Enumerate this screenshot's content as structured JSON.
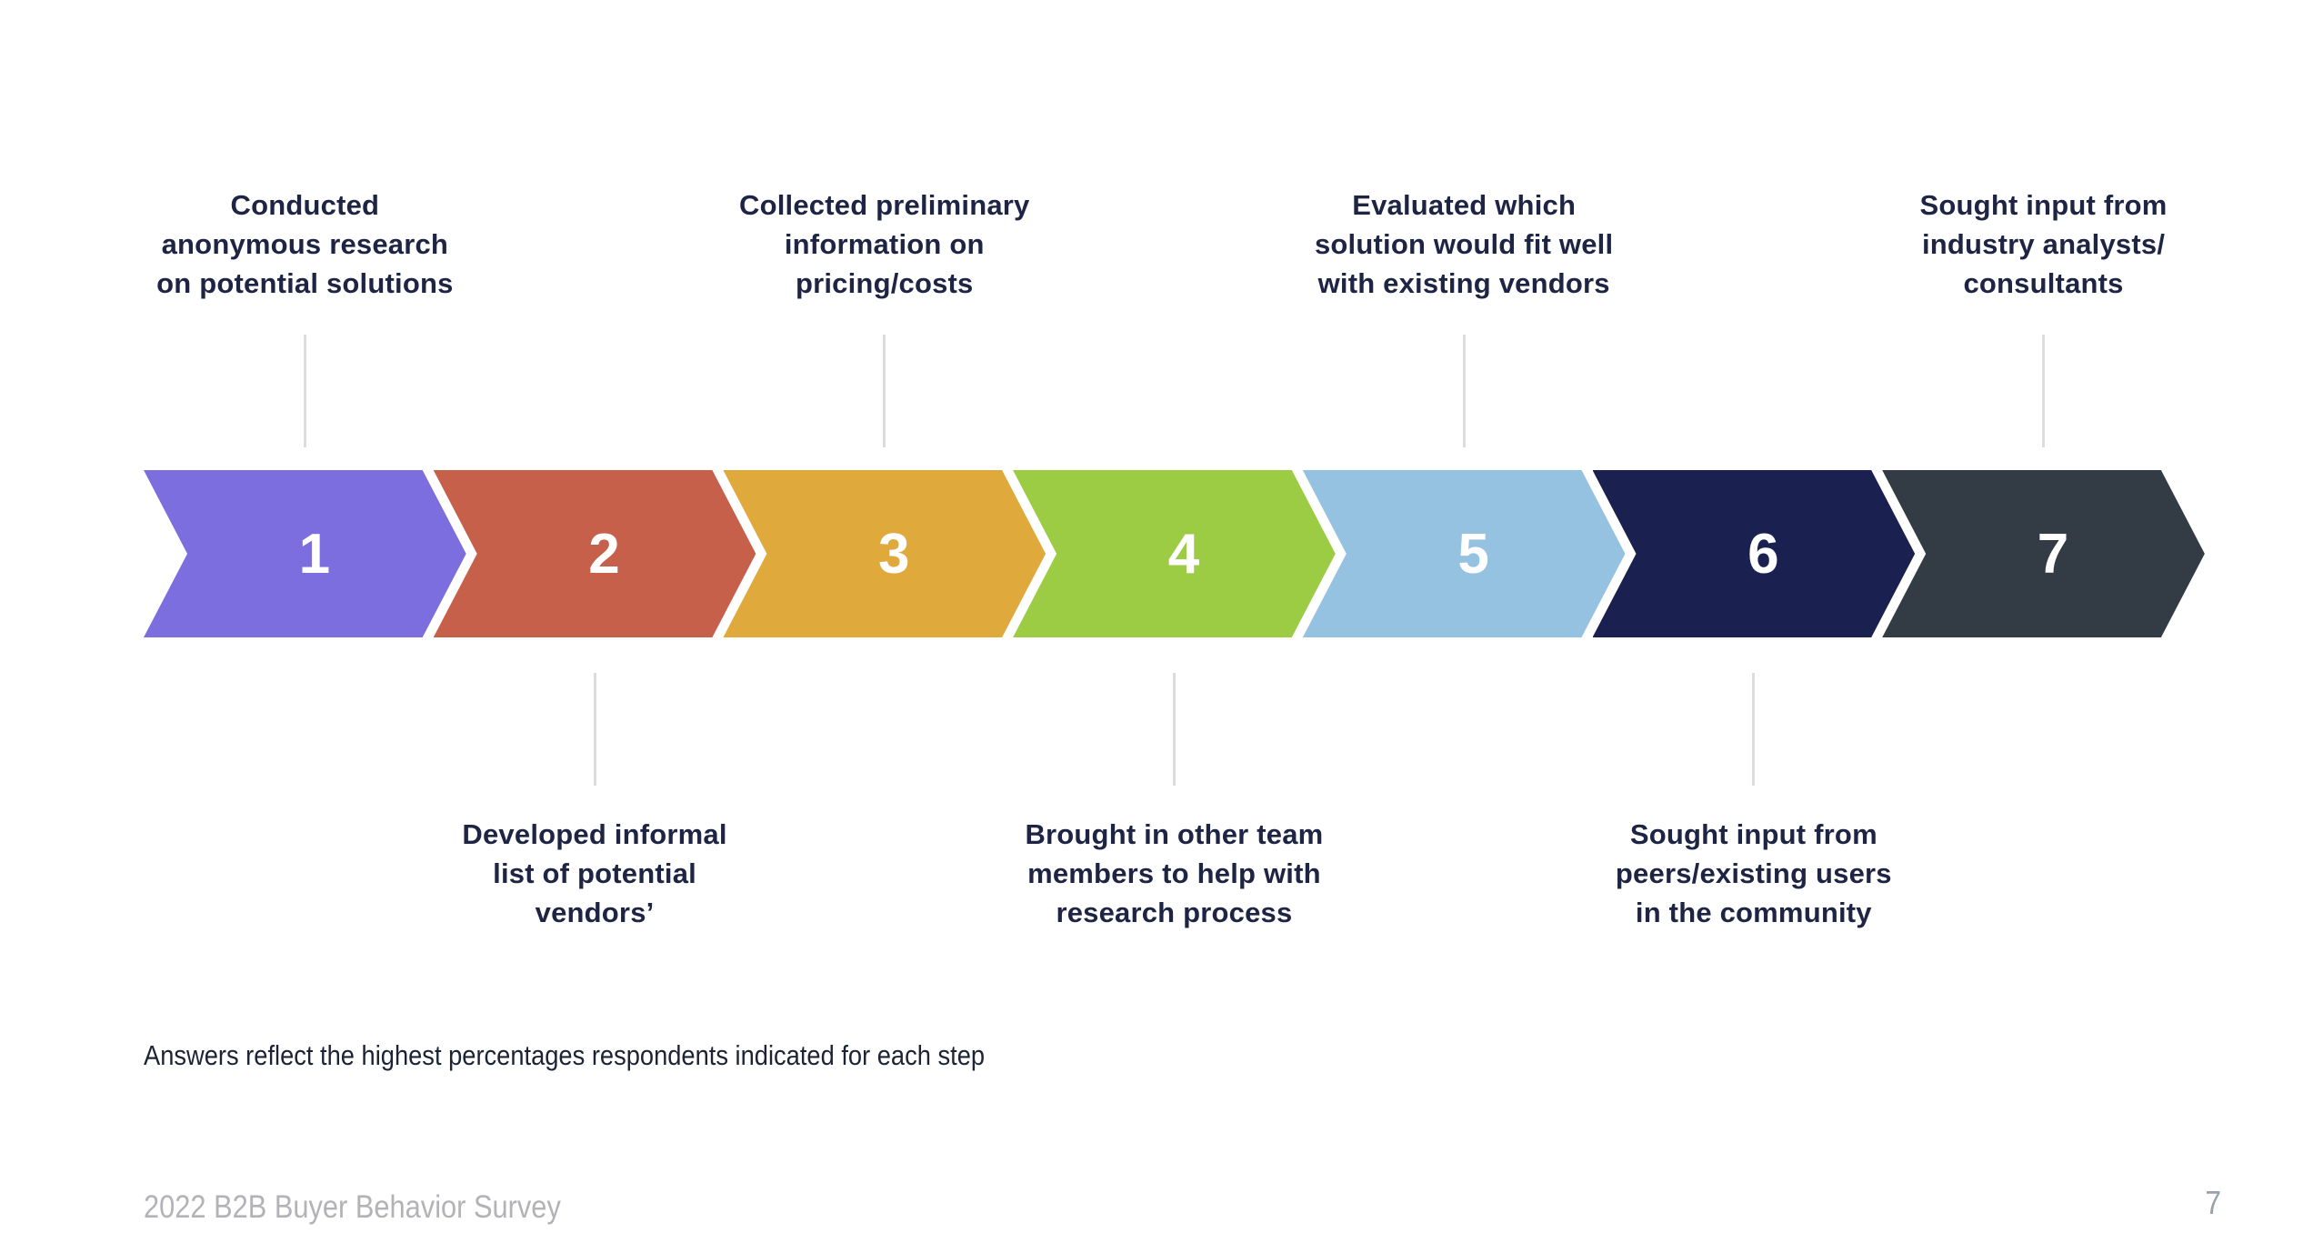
{
  "diagram": {
    "type": "process-flow-chevrons",
    "direction": "left-to-right",
    "steps": [
      {
        "number": "1",
        "color": "#7d6ee0",
        "label_position": "top",
        "label": "Conducted anonymous research on potential solutions",
        "label_lines": [
          "Conducted",
          "anonymous research",
          "on potential solutions"
        ]
      },
      {
        "number": "2",
        "color": "#c7604a",
        "label_position": "bottom",
        "label": "Developed informal list of potential vendors’",
        "label_lines": [
          "Developed informal",
          "list of potential",
          "vendors’"
        ]
      },
      {
        "number": "3",
        "color": "#e0a93c",
        "label_position": "top",
        "label": "Collected preliminary information on pricing/costs",
        "label_lines": [
          "Collected preliminary",
          "information on",
          "pricing/costs"
        ]
      },
      {
        "number": "4",
        "color": "#9ccb44",
        "label_position": "bottom",
        "label": "Brought in other team members to help with research process",
        "label_lines": [
          "Brought in other team",
          "members to help with",
          "research process"
        ]
      },
      {
        "number": "5",
        "color": "#96c2e2",
        "label_position": "top",
        "label": "Evaluated which solution would fit well with existing vendors",
        "label_lines": [
          "Evaluated which",
          "solution would fit well",
          "with existing vendors"
        ]
      },
      {
        "number": "6",
        "color": "#1a2050",
        "label_position": "bottom",
        "label": "Sought input from peers/existing users in the community",
        "label_lines": [
          "Sought input from",
          "peers/existing users",
          "in the community"
        ]
      },
      {
        "number": "7",
        "color": "#333b45",
        "label_position": "top",
        "label": "Sought input from industry analysts/ consultants",
        "label_lines": [
          "Sought input from",
          "industry analysts/",
          "consultants"
        ]
      }
    ]
  },
  "note": "Answers reflect the highest percentages respondents indicated for each step",
  "footer": {
    "source": "2022 B2B Buyer Behavior Survey",
    "page_number": "7"
  },
  "colors": {
    "label_text": "#1e2443",
    "connector": "#dcdcdc",
    "muted_footer": "#b2b2b7",
    "background": "#ffffff"
  }
}
